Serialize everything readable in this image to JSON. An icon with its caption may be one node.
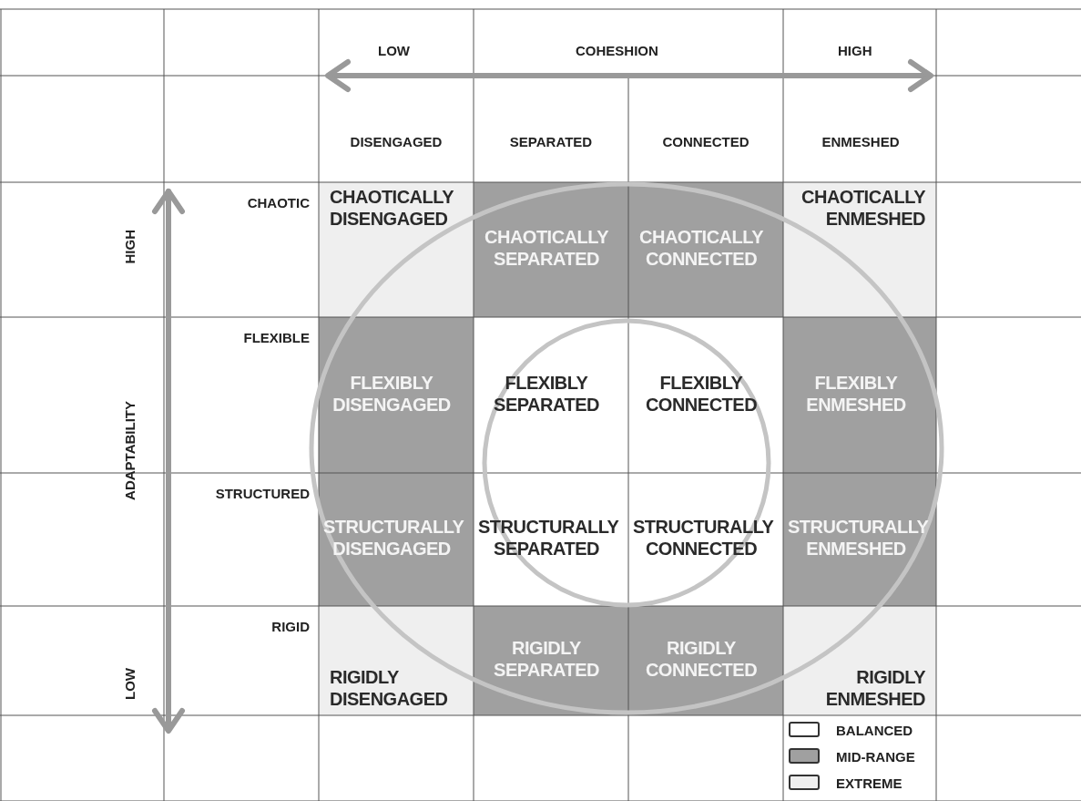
{
  "diagram": {
    "labels": [
      "LOW",
      "COHESHION",
      "HIGH",
      "DISENGAGED",
      "SEPARATED",
      "CONNECTED",
      "ENMESHED",
      "HIGH",
      "CHAOTIC",
      "CHAOTICALLY DISENGAGED",
      "CHAOTICALLY SEPARATED",
      "CHAOTICALLY CONNECTED",
      "CHAOTICALLY ENMESHED",
      "FLEXIBLE",
      "FLEXIBLY DISENGAGED",
      "FLEXIBLY SEPARATED",
      "FLEXIBLY CONNECTED",
      "FLEXIBLY ENMESHED",
      "ADAPTABILITY",
      "STRUCTURED",
      "STRUCTURALLY DISENGAGED",
      "STRUCTURALLY SEPARATED",
      "STRUCTURALLY CONNECTED",
      "STRUCTURALLY ENMESHED",
      "LOW",
      "RIGID",
      "RIGIDLY DISENGAGED",
      "RIGIDLY SEPARATED",
      "RIGIDLY CONNECTED",
      "RIGIDLY ENMESHED"
    ],
    "legend": [
      {
        "text": "BALANCED",
        "color": "#ffffff"
      },
      {
        "text": "MID-RANGE",
        "color": "#a0a0a0"
      },
      {
        "text": "EXTREME",
        "color": "#efefef"
      }
    ]
  }
}
